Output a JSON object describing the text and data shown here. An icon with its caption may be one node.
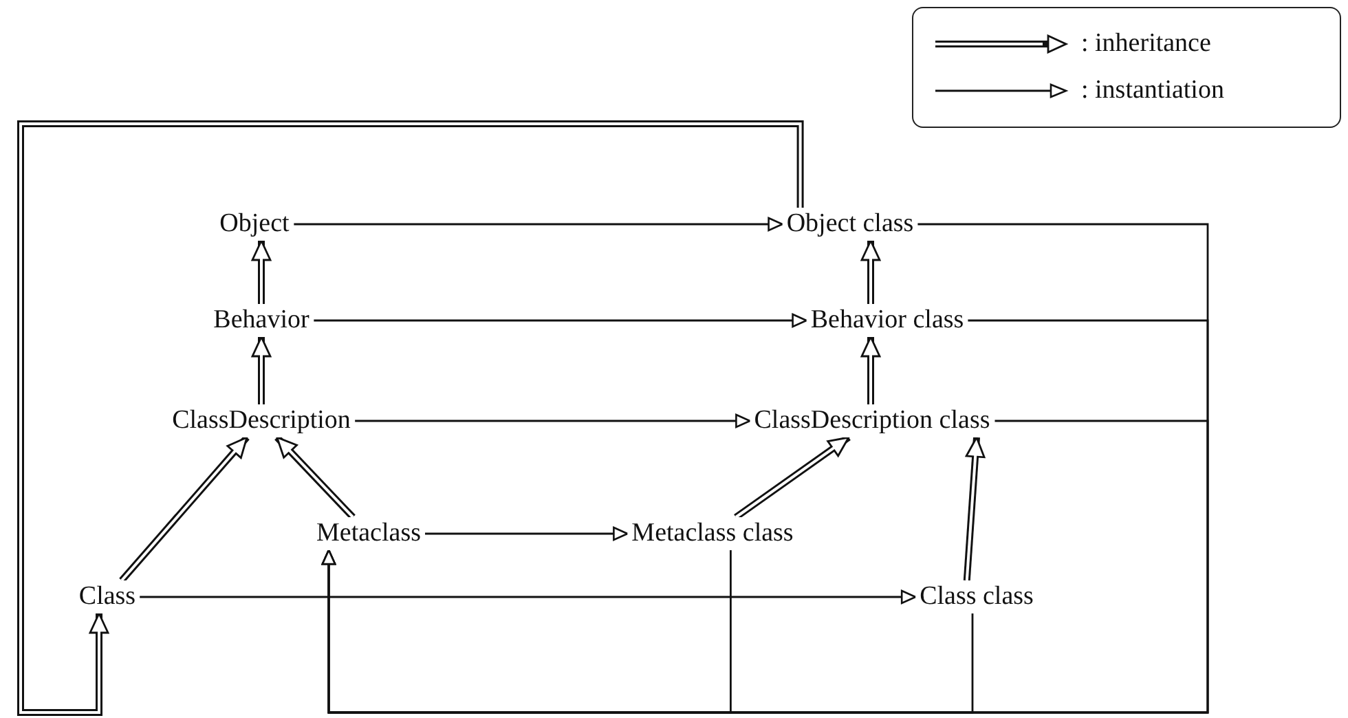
{
  "diagram": {
    "nodes": [
      {
        "text": [
          "Object"
        ]
      },
      {
        "text": [
          "Behavior"
        ]
      },
      {
        "text": [
          "ClassDescription"
        ]
      },
      {
        "text": [
          "Metaclass"
        ]
      },
      {
        "text": [
          "Class"
        ]
      },
      {
        "text": [
          "Object class"
        ]
      },
      {
        "text": [
          "Behavior class"
        ]
      },
      {
        "text": [
          "ClassDescription class"
        ]
      },
      {
        "text": [
          "Metaclass class"
        ]
      },
      {
        "text": [
          "Class class"
        ]
      }
    ],
    "edges": [
      {
        "from": 1,
        "to": 0,
        "arrow": "to",
        "style": "thick"
      },
      {
        "from": 2,
        "to": 1,
        "arrow": "to",
        "style": "thick"
      },
      {
        "from": 4,
        "to": 2,
        "arrow": "to",
        "style": "thick"
      },
      {
        "from": 3,
        "to": 2,
        "arrow": "to",
        "style": "thick"
      },
      {
        "from": 6,
        "to": 5,
        "arrow": "to",
        "style": "thick"
      },
      {
        "from": 7,
        "to": 6,
        "arrow": "to",
        "style": "thick"
      },
      {
        "from": 8,
        "to": 7,
        "arrow": "to",
        "style": "thick"
      },
      {
        "from": 9,
        "to": 7,
        "arrow": "to",
        "style": "thick"
      },
      {
        "from": 5,
        "to": 4,
        "arrow": "to",
        "style": "thick"
      },
      {
        "from": 0,
        "to": 5,
        "arrow": "to"
      },
      {
        "from": 1,
        "to": 6,
        "arrow": "to"
      },
      {
        "from": 2,
        "to": 7,
        "arrow": "to"
      },
      {
        "from": 3,
        "to": 8,
        "arrow": "to"
      },
      {
        "from": 4,
        "to": 9,
        "arrow": "to"
      },
      {
        "from": 5,
        "to": 3,
        "arrow": "to"
      },
      {
        "from": 6,
        "to": 3,
        "arrow": "to"
      },
      {
        "from": 7,
        "to": 3,
        "arrow": "to"
      },
      {
        "from": 8,
        "to": 3,
        "arrow": "to"
      },
      {
        "from": 9,
        "to": 3,
        "arrow": "to"
      }
    ],
    "legend": [
      {
        "text": ": inheritance"
      },
      {
        "text": ": instantiation"
      }
    ]
  }
}
